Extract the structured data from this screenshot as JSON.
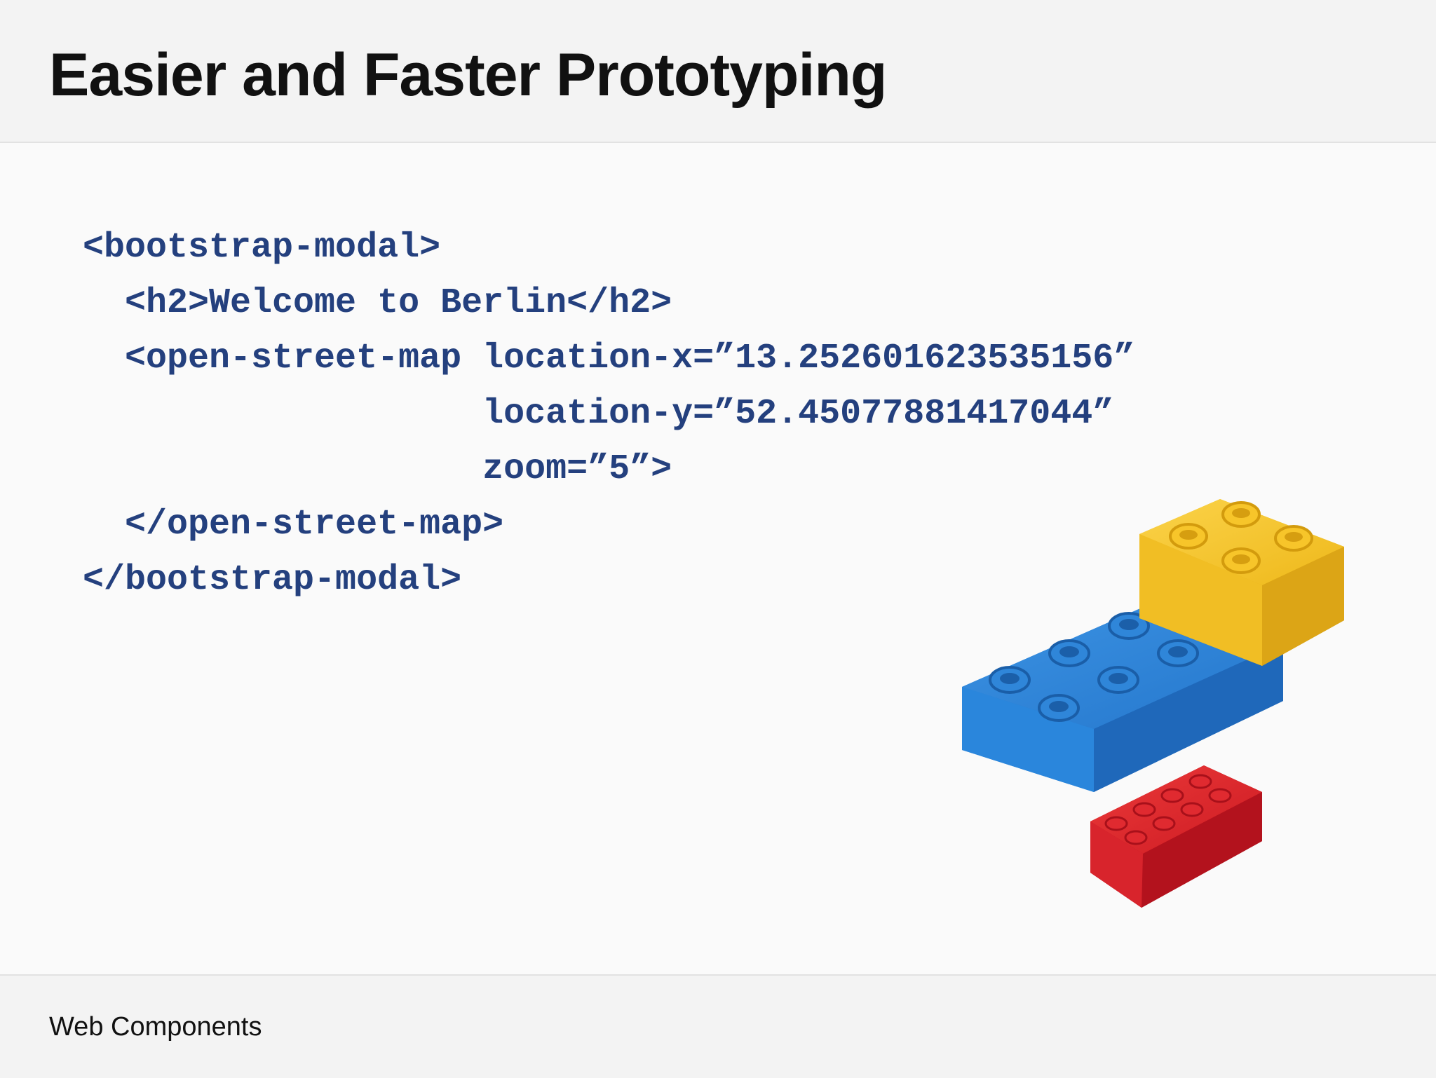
{
  "slide": {
    "title": "Easier and Faster Prototyping",
    "footer": "Web Components"
  },
  "code": {
    "lines": [
      "<bootstrap-modal>",
      "  <h2>Welcome to Berlin</h2>",
      "  <open-street-map location-x=”13.252601623535156”",
      "                   location-y=”52.45077881417044”",
      "                   zoom=”5”>",
      "  </open-street-map>",
      "</bootstrap-modal>"
    ]
  },
  "illustration": {
    "icon": "lego-bricks-icon",
    "colors": {
      "yellow": "#f2c01c",
      "blue": "#2a7fd4",
      "red": "#d9202a",
      "code_text": "#24407e"
    }
  }
}
